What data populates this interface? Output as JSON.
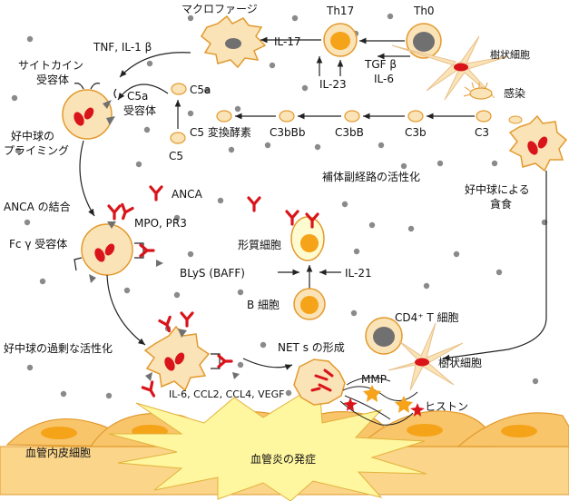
{
  "labels": {
    "macrophage": "マクロファージ",
    "th17": "Th17",
    "th0": "Th0",
    "dendritic_cell": "樹状細胞",
    "tnf_il1b": "TNF, IL-1 β",
    "il17": "IL-17",
    "tgfb": "TGF β",
    "il6": "IL-6",
    "il23": "IL-23",
    "infection": "感染",
    "cytokine_receptor": "サイトカイン 受容体",
    "c5a_receptor": "C5a 受容体",
    "c5a": "C5a",
    "neutrophil_priming": "好中球の プライミング",
    "c5_convertase": "C5 変換酵素",
    "c3bbb_1": "C3bBb",
    "c3bb": "C3bB",
    "c3b": "C3b",
    "c3": "C3",
    "c5": "C5",
    "alt_pathway": "補体副経路の活性化",
    "phagocytosis": "好中球による 貪食",
    "anca_binding": "ANCA の結合",
    "anca": "ANCA",
    "mpo_pr3": "MPO, PR3",
    "fc_receptor": "Fc γ 受容体",
    "plasma_cell": "形質細胞",
    "blys": "BLyS (BAFF)",
    "il21": "IL-21",
    "b_cell": "B 細胞",
    "cd4_t_cell": "CD4⁺ T 細胞",
    "dendritic_cell_2": "樹状細胞",
    "excess_activation": "好中球の過剰な活性化",
    "nets": "NET s の形成",
    "mmp": "MMP",
    "histone": "ヒストン",
    "cytokines": "IL-6, CCL2, CCL4, VEGF",
    "endothelial": "血管内皮細胞",
    "vasculitis": "血管炎の発症"
  },
  "colors": {
    "cell_fill": "#FBE3B8",
    "cell_stroke": "#E39A2E",
    "nucleus_orange": "#F5A319",
    "nucleus_gray": "#707070",
    "nucleus_red": "#D9141A",
    "anca_red": "#D9141A",
    "dot_gray": "#8A8A8A",
    "vasculitis_yellow": "#FFF6A0",
    "endothelial_fill": "#F8C56A"
  }
}
